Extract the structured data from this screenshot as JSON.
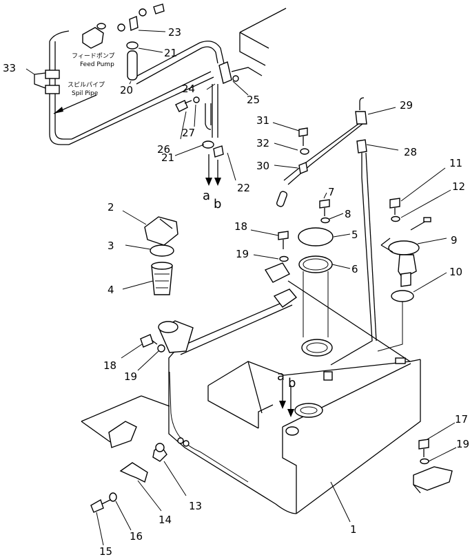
{
  "diagram": {
    "part_labels": {
      "p1": "1",
      "p2": "2",
      "p3": "3",
      "p4": "4",
      "p5": "5",
      "p6": "6",
      "p7": "7",
      "p8": "8",
      "p9": "9",
      "p10": "10",
      "p11": "11",
      "p12": "12",
      "p13": "13",
      "p14": "14",
      "p15": "15",
      "p16": "16",
      "p17": "17",
      "p18a": "18",
      "p18b": "18",
      "p19a": "19",
      "p19b": "19",
      "p19c": "19",
      "p20": "20",
      "p21a": "21",
      "p21b": "21",
      "p22": "22",
      "p23": "23",
      "p24": "24",
      "p25": "25",
      "p26": "26",
      "p27": "27",
      "p28": "28",
      "p29": "29",
      "p30": "30",
      "p31": "31",
      "p32": "32",
      "p33": "33"
    },
    "callouts": {
      "a_top": "a",
      "b_top": "b",
      "a_tank": "a",
      "b_tank": "b"
    },
    "captions": {
      "feed_pump_jp": "フィードポンプ",
      "feed_pump_en": "Feed Pump",
      "spill_pipe_jp": "スピルパイプ",
      "spill_pipe_en": "Spil Pipe"
    }
  }
}
